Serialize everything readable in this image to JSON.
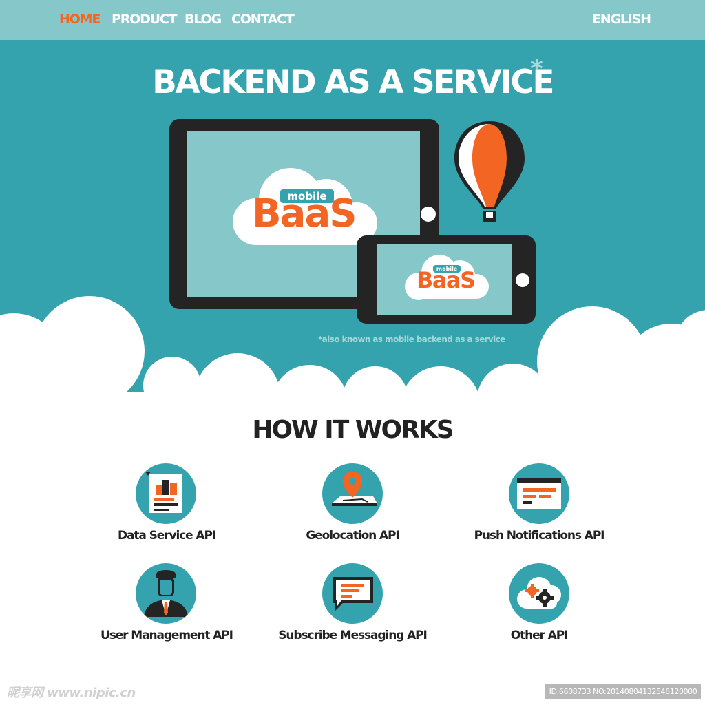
{
  "nav": {
    "items": [
      {
        "label": "HOME",
        "active": true
      },
      {
        "label": "PRODUCT",
        "active": false
      },
      {
        "label": "BLOG",
        "active": false
      },
      {
        "label": "CONTACT",
        "active": false
      }
    ],
    "language": "ENGLISH"
  },
  "hero": {
    "title": "BACKEND AS A SERVICE",
    "title_mark": "*",
    "logo_small": "mobile",
    "logo_main": "BaaS",
    "footnote": "*also known as mobile backend as a service"
  },
  "how": {
    "title": "HOW IT WORKS",
    "features": [
      {
        "label": "Data Service API",
        "icon": "chart-document-icon"
      },
      {
        "label": "Geolocation API",
        "icon": "map-pin-icon"
      },
      {
        "label": "Push Notifications API",
        "icon": "browser-window-icon"
      },
      {
        "label": "User Management API",
        "icon": "user-icon"
      },
      {
        "label": "Subscribe Messaging API",
        "icon": "chat-bubble-icon"
      },
      {
        "label": "Other API",
        "icon": "cloud-gears-icon"
      }
    ]
  },
  "watermark": {
    "left": "昵享网 www.nipic.cn",
    "right": "ID:6608733 NO:20140804132546120000"
  },
  "colors": {
    "teal": "#35a3ad",
    "light_teal": "#86c7c9",
    "orange": "#f26522",
    "dark": "#242424"
  }
}
